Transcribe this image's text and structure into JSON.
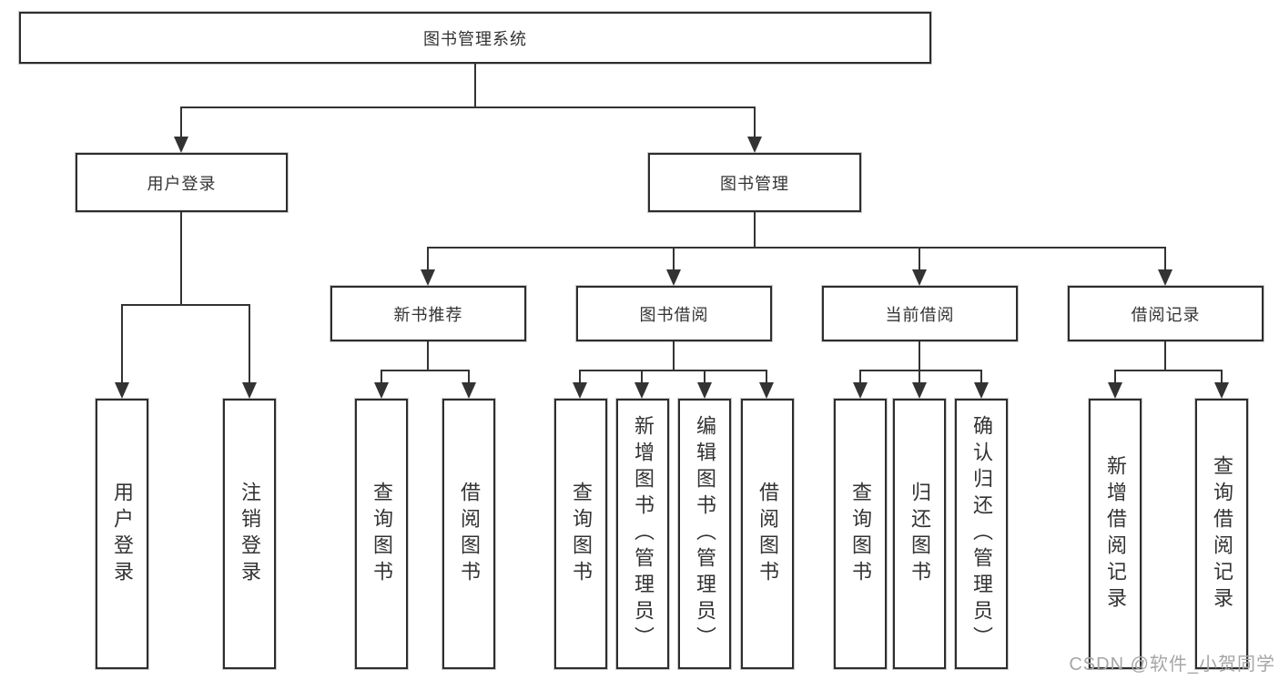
{
  "tree": {
    "root": {
      "label": "图书管理系统"
    },
    "branches": [
      {
        "label": "用户登录",
        "children": [
          {
            "label": "用户登录"
          },
          {
            "label": "注销登录"
          }
        ]
      },
      {
        "label": "图书管理",
        "sections": [
          {
            "label": "新书推荐",
            "children": [
              {
                "label": "查询图书"
              },
              {
                "label": "借阅图书"
              }
            ]
          },
          {
            "label": "图书借阅",
            "children": [
              {
                "label": "查询图书"
              },
              {
                "label": "新增图书（管理员）"
              },
              {
                "label": "编辑图书（管理员）"
              },
              {
                "label": "借阅图书"
              }
            ]
          },
          {
            "label": "当前借阅",
            "children": [
              {
                "label": "查询图书"
              },
              {
                "label": "归还图书"
              },
              {
                "label": "确认归还（管理员）"
              }
            ]
          },
          {
            "label": "借阅记录",
            "children": [
              {
                "label": "新增借阅记录"
              },
              {
                "label": "查询借阅记录"
              }
            ]
          }
        ]
      }
    ]
  },
  "watermark": {
    "text": "CSDN @软件_小贺同学"
  },
  "colors": {
    "line": "#333333",
    "border": "#2d2d2d",
    "text": "#333333",
    "watermark": "#a6a6a6",
    "background": "#ffffff"
  }
}
